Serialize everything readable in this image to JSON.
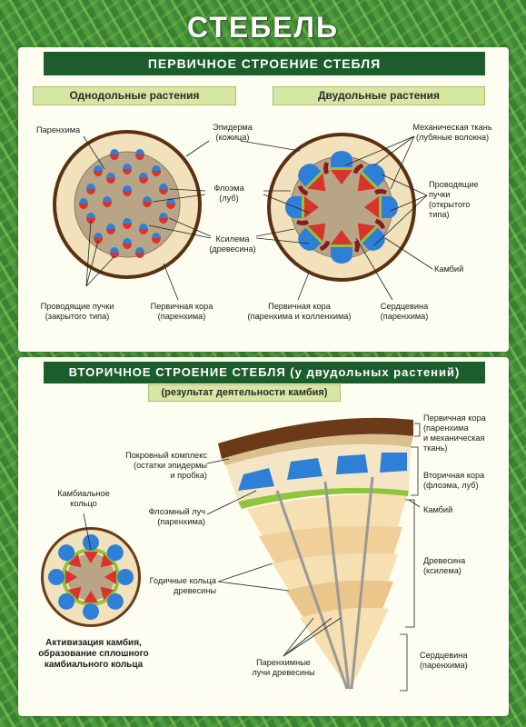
{
  "title": "СТЕБЕЛЬ",
  "primary": {
    "banner": "ПЕРВИЧНОЕ СТРОЕНИЕ СТЕБЛЯ",
    "monocot": {
      "heading": "Однодольные растения",
      "labels": {
        "parenchyma": "Паренхима",
        "epidermis": "Эпидерма\n(кожица)",
        "phloem": "Флоэма\n(луб)",
        "xylem": "Ксилема\n(древесина)",
        "bundles": "Проводящие пучки\n(закрытого типа)",
        "cortex": "Первичная кора\n(паренхима)"
      }
    },
    "dicot": {
      "heading": "Двудольные растения",
      "labels": {
        "mechanical": "Механическая ткань\n(лубяные волокна)",
        "bundles": "Проводящие\nпучки\n(открытого\nтипа)",
        "cambium": "Камбий",
        "cortex": "Первичная кора\n(паренхима и колленхима)",
        "pith": "Сердцевина\n(паренхима)"
      }
    }
  },
  "secondary": {
    "banner": "ВТОРИЧНОЕ СТРОЕНИЕ СТЕБЛЯ (у двудольных растений)",
    "subheading": "(результат деятельности камбия)",
    "labels": {
      "cover": "Покровный комплекс\n(остатки эпидермы\nи пробка)",
      "cambial_ring": "Камбиальное\nкольцо",
      "phloem_ray": "Флоэмный луч\n(паренхима)",
      "annual_rings": "Годичные кольца\nдревесины",
      "activation": "Активизация камбия,\nобразование сплошного\nкамбиального кольца",
      "pith_rays": "Паренхимные\nлучи древесины",
      "primary_cortex": "Первичная кора\n(паренхима\nи механическая\nткань)",
      "secondary_cortex": "Вторичная кора\n(флоэма, луб)",
      "cambium": "Камбий",
      "wood": "Древесина\n(ксилема)",
      "pith": "Сердцевина\n(паренхима)"
    }
  },
  "colors": {
    "phloem": "#2f7fd6",
    "xylem": "#d9342b",
    "cambium": "#8fc43c",
    "cortex": "#f3e3bc",
    "pith": "#bca98a",
    "bark": "#6b3a18",
    "banner": "#1b5e2b"
  }
}
